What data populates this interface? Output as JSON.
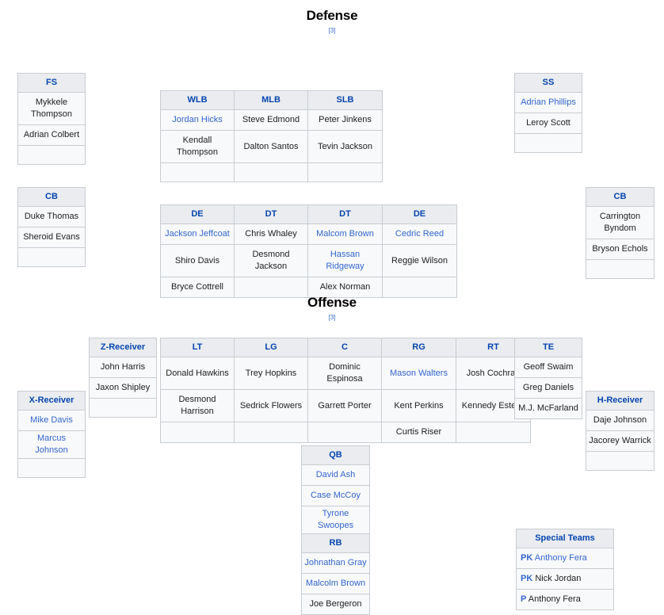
{
  "sections": [
    {
      "title": "Defense",
      "ref": "[3]"
    },
    {
      "title": "Offense",
      "ref": "[3]"
    }
  ],
  "defense": {
    "fs": {
      "header": "FS",
      "rows": [
        "Mykkele Thompson",
        "Adrian Colbert",
        ""
      ]
    },
    "ss": {
      "header": "SS",
      "rows": [
        "Adrian Phillips",
        "Leroy Scott",
        ""
      ]
    },
    "cb_left": {
      "header": "CB",
      "rows": [
        "Duke Thomas",
        "Sheroid Evans",
        ""
      ]
    },
    "cb_right": {
      "header": "CB",
      "rows": [
        "Carrington Byndom",
        "Bryson Echols",
        ""
      ]
    },
    "linebackers": {
      "headers": [
        "WLB",
        "MLB",
        "SLB"
      ],
      "rows": [
        [
          "Jordan Hicks",
          "Steve Edmond",
          "Peter Jinkens"
        ],
        [
          "Kendall Thompson",
          "Dalton Santos",
          "Tevin Jackson"
        ],
        [
          "",
          "",
          ""
        ]
      ]
    },
    "line": {
      "headers": [
        "DE",
        "DT",
        "DT",
        "DE"
      ],
      "rows": [
        [
          "Jackson Jeffcoat",
          "Chris Whaley",
          "Malcom Brown",
          "Cedric Reed"
        ],
        [
          "Shiro Davis",
          "Desmond Jackson",
          "Hassan Ridgeway",
          "Reggie Wilson"
        ],
        [
          "Bryce Cottrell",
          "",
          "Alex Norman",
          ""
        ]
      ]
    }
  },
  "offense": {
    "x_receiver": {
      "header": "X-Receiver",
      "rows": [
        "Mike Davis",
        "Marcus Johnson",
        ""
      ]
    },
    "z_receiver": {
      "header": "Z-Receiver",
      "rows": [
        "John Harris",
        "Jaxon Shipley",
        ""
      ]
    },
    "h_receiver": {
      "header": "H-Receiver",
      "rows": [
        "Daje Johnson",
        "Jacorey Warrick",
        ""
      ]
    },
    "te": {
      "header": "TE",
      "rows": [
        "Geoff Swaim",
        "Greg Daniels",
        "M.J. McFarland"
      ]
    },
    "line": {
      "headers": [
        "LT",
        "LG",
        "C",
        "RG",
        "RT"
      ],
      "rows": [
        [
          "Donald Hawkins",
          "Trey Hopkins",
          "Dominic Espinosa",
          "Mason Walters",
          "Josh Cochran"
        ],
        [
          "Desmond Harrison",
          "Sedrick Flowers",
          "Garrett Porter",
          "Kent Perkins",
          "Kennedy Estelle"
        ],
        [
          "",
          "",
          "",
          "Curtis Riser",
          ""
        ]
      ]
    },
    "qb": {
      "header": "QB",
      "rows": [
        "David Ash",
        "Case McCoy",
        "Tyrone Swoopes"
      ]
    },
    "rb": {
      "header": "RB",
      "rows": [
        "Johnathan Gray",
        "Malcolm Brown",
        "Joe Bergeron"
      ]
    },
    "special_teams": {
      "header": "Special Teams",
      "rows": [
        {
          "abbr": "PK",
          "name": "Anthony Fera"
        },
        {
          "abbr": "PK",
          "name": "Nick Jordan"
        },
        {
          "abbr": "P",
          "name": "Anthony Fera"
        }
      ]
    }
  },
  "colors": {
    "link": "#3366cc",
    "header_bg": "#eaecf0",
    "cell_bg": "#f8f9fa",
    "outer_border": "#a2a9b1",
    "inner_border": "#c8ccd1"
  }
}
